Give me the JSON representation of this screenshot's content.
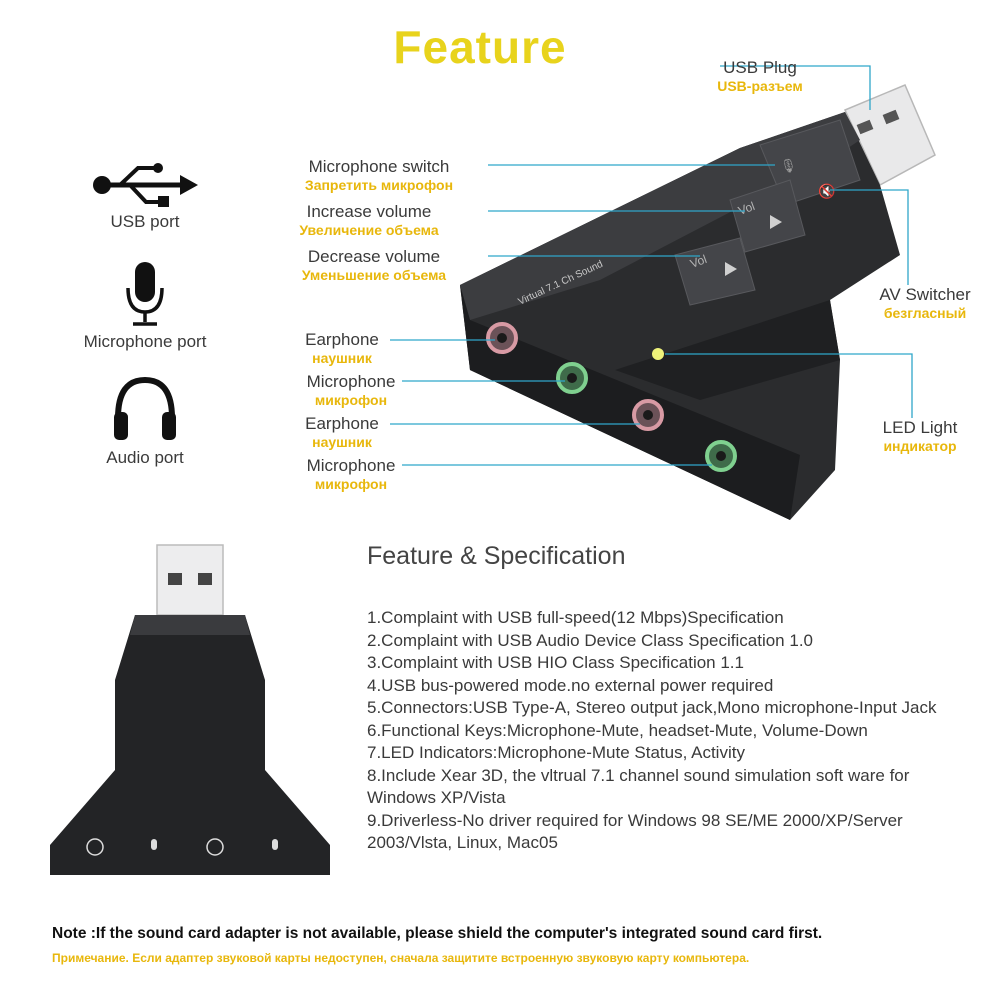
{
  "title": "Feature",
  "left_icons": [
    {
      "icon": "usb-icon",
      "label": "USB port"
    },
    {
      "icon": "microphone-icon",
      "label": "Microphone port"
    },
    {
      "icon": "headphones-icon",
      "label": "Audio port"
    }
  ],
  "callouts": {
    "usb_plug": {
      "en": "USB Plug",
      "ru": "USB-разъем"
    },
    "mic_switch": {
      "en": "Microphone switch",
      "ru": "Запретить микрофон"
    },
    "vol_up": {
      "en": "Increase volume",
      "ru": "Увеличение объема"
    },
    "vol_down": {
      "en": "Decrease volume",
      "ru": "Уменьшение объема"
    },
    "av_switcher": {
      "en": "AV Switcher",
      "ru": "безгласный"
    },
    "led": {
      "en": "LED Light",
      "ru": "индикатор"
    },
    "earphone1": {
      "en": "Earphone",
      "ru": "наушник"
    },
    "mic1": {
      "en": "Microphone",
      "ru": "микрофон"
    },
    "earphone2": {
      "en": "Earphone",
      "ru": "наушник"
    },
    "mic2": {
      "en": "Microphone",
      "ru": "микрофон"
    }
  },
  "device": {
    "brand_text": "Virtual 7.1 Ch Sound",
    "key_label": "Vol"
  },
  "spec_heading": "Feature & Specification",
  "specs": [
    "1.Complaint with USB full-speed(12 Mbps)Specification",
    "2.Complaint with USB Audio Device Class Specification 1.0",
    "3.Complaint with USB HIO Class Specification 1.1",
    "4.USB bus-powered mode.no external power required",
    "5.Connectors:USB Type-A, Stereo output jack,Mono microphone-Input Jack",
    "6.Functional Keys:Microphone-Mute, headset-Mute, Volume-Down",
    "7.LED Indicators:Microphone-Mute Status, Activity",
    "8.Include Xear 3D, the vltrual 7.1 channel sound simulation soft ware for Windows XP/Vista",
    "9.Driverless-No driver required for Windows 98 SE/ME 2000/XP/Server 2003/Vlsta, Linux, Mac05"
  ],
  "note_en": "Note :If the sound card adapter is not available, please shield the computer's integrated sound card first.",
  "note_ru": "Примечание. Если адаптер звуковой карты недоступен, сначала защитите встроенную звуковую карту компьютера.",
  "colors": {
    "accent_yellow": "#e8d31c",
    "callout_line": "#2fa6c9",
    "device_body": "#2b2c2e"
  }
}
